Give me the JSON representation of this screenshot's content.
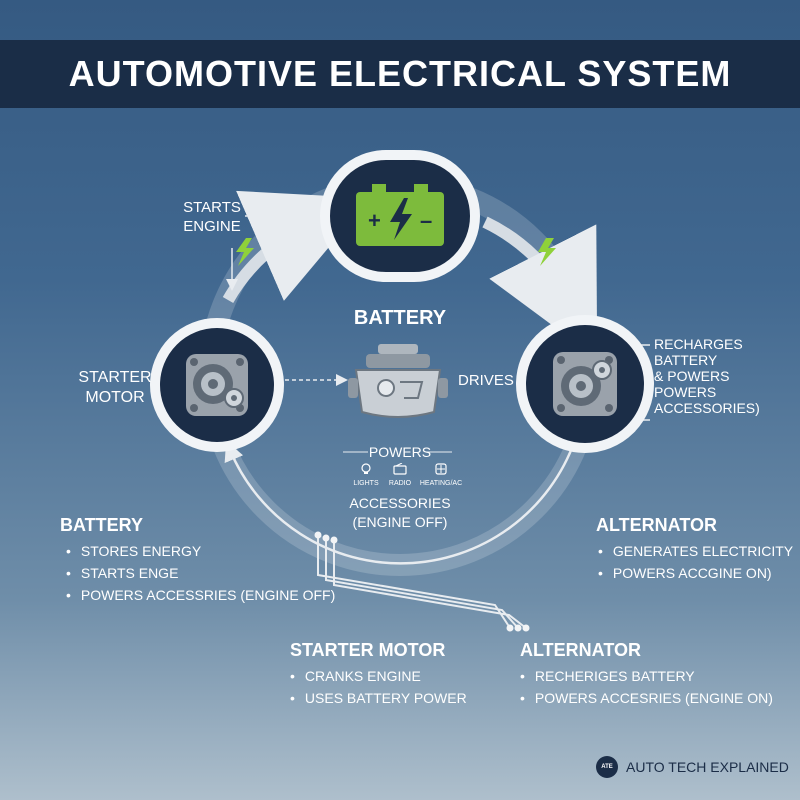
{
  "title": "AUTOMOTIVE ELECTRICAL SYSTEM",
  "cycle": {
    "starts_engine": [
      "STARTS",
      "ENGINE"
    ],
    "battery_label": "BATTERY",
    "starter_label": [
      "STARTER",
      "MOTOR"
    ],
    "drives_label": "DRIVES",
    "alternator_note": [
      "RECHARGES",
      "BATTERY",
      "& POWERS",
      "POWERS",
      "ACCESSORIES)"
    ],
    "powers_label": "POWERS",
    "accessory_icons": [
      {
        "icon": "lightbulb-icon",
        "label": "LIGHTS"
      },
      {
        "icon": "radio-icon",
        "label": "RADIO"
      },
      {
        "icon": "fan-icon",
        "label": "HEATING/AC"
      }
    ],
    "accessories_note": [
      "ACCESSORIES",
      "(ENGINE OFF)"
    ]
  },
  "sections": {
    "battery": {
      "title": "BATTERY",
      "items": [
        "STORES ENERGY",
        "STARTS ENGE",
        "POWERS ACCESSRIES (ENGINE OFF)"
      ]
    },
    "alternator_right": {
      "title": "ALTERNATOR",
      "items": [
        "GENERATES ELECTRICITY",
        "POWERS ACCGINE ON)"
      ]
    },
    "starter": {
      "title": "STARTER MOTOR",
      "items": [
        "CRANKS ENGINE",
        "USES BATTERY POWER"
      ]
    },
    "alternator_bottom": {
      "title": "ALTERNATOR",
      "items": [
        "RECHERIGES BATTERY",
        "POWERS ACCESRIES (ENGINE ON)"
      ]
    }
  },
  "footer": {
    "logo_text": "ATE",
    "text": "AUTO TECH EXPLAINED"
  },
  "colors": {
    "title_bar": "#1a2d47",
    "node_fill": "#1b2d47",
    "battery_green": "#7dbb3c",
    "bolt_green": "#8fd13a"
  }
}
